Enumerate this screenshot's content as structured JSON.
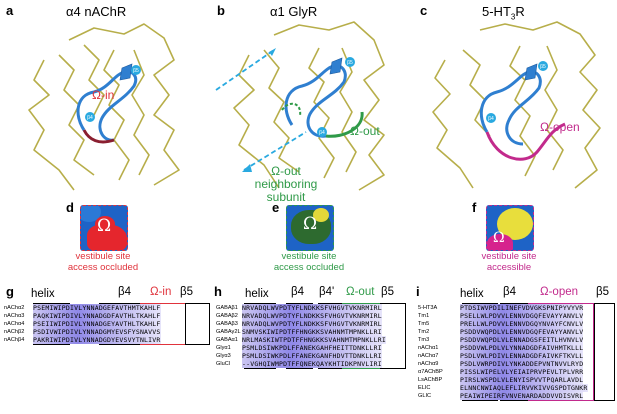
{
  "colors": {
    "helix_blue": "#2f7fd0",
    "olive": "#b7ae4a",
    "red": "#e0333c",
    "green": "#2f9a48",
    "magenta": "#c22a8c",
    "cyan": "#29a9e0",
    "align_purple": "#8f88e8"
  },
  "panels": {
    "a": {
      "letter": "a",
      "title": "α4 nAChR",
      "loop": "Ω-in",
      "marker_top": "β5",
      "marker_left": "β4"
    },
    "b": {
      "letter": "b",
      "title": "α1 GlyR",
      "loop": "Ω-out",
      "marker_top": "β5",
      "marker_left": "β4",
      "neighbor_label_1": "Ω-out",
      "neighbor_label_2": "neighboring",
      "neighbor_label_3": "subunit"
    },
    "c": {
      "letter": "c",
      "title": "5-HT",
      "title_sub": "3",
      "title_end": "R",
      "loop": "Ω-open",
      "marker_top": "β5",
      "marker_left": "β4"
    },
    "d": {
      "letter": "d",
      "symbol": "Ω",
      "caption_1": "vestibule site",
      "caption_2": "access occluded"
    },
    "e": {
      "letter": "e",
      "symbol": "Ω",
      "caption_1": "vestibule site",
      "caption_2": "access occluded"
    },
    "f": {
      "letter": "f",
      "symbol": "Ω",
      "caption_1": "vestibule site",
      "caption_2": "accessible"
    }
  },
  "alignments": {
    "g": {
      "letter": "g",
      "headers": [
        "helix",
        "β4",
        "Ω-in",
        "β5"
      ],
      "rows": [
        {
          "name": "nAChα2",
          "seq": "PSEMIWIPDIVLYNNADGEFAVTHMTKAHLF"
        },
        {
          "name": "nAChα3",
          "seq": "PAQKIWIPDIVLYNNADGDFAVTHLTKAHLF"
        },
        {
          "name": "nAChα4",
          "seq": "PSEIIWIPDIVLYNNADGEYAVTHLTKAHLF"
        },
        {
          "name": "nAChβ2",
          "seq": "PSDIVWIPDIVLYNNADGMYEVSFYSNAVVS"
        },
        {
          "name": "nAChβ4",
          "seq": "PAKRIWIPDIVLYNNADGDYEVSVYTNLIVR"
        }
      ]
    },
    "h": {
      "letter": "h",
      "headers": [
        "helix",
        "β4",
        "β4'",
        "Ω-out",
        "β5"
      ],
      "rows": [
        {
          "name": "GABAβ1",
          "seq": "NRVADQLWVPDTYFLNDKKSFVHGVTVKNRMIRL"
        },
        {
          "name": "GABAβ2",
          "seq": "NRVADQLWVPDTYFLNDKKSFVHGVTVKNRMIRL"
        },
        {
          "name": "GABAβ3",
          "seq": "NRVADQLWVPDTYFLNDKKSFVHGVTVKNRMIRL"
        },
        {
          "name": "GABAγ2L",
          "seq": "SNMVSKIWIPDTFFHNGKKSVAHNMTMPNKLLRI"
        },
        {
          "name": "GABAα1",
          "seq": "NRLMASKIWTPDTFFHNGKKSVAHNMTMPNKLLRI"
        },
        {
          "name": "Glyα1",
          "seq": "PSMLDSIWKPDLFFANEKGAHFHEITTDNKLLRI"
        },
        {
          "name": "Glyα3",
          "seq": "PSMLDSIWKPDLFFANEKGANFHDVTTDNKLLRI"
        },
        {
          "name": "GluCl",
          "seq": "--VGHQIWMPDTFFQNEKQAYKHTIDKPNVLIRI"
        }
      ]
    },
    "i": {
      "letter": "i",
      "headers": [
        "helix",
        "β4",
        "Ω-open",
        "β5"
      ],
      "rows": [
        {
          "name": "5-HT3A",
          "seq": "PTDSIWVPDILINEFVDVGKSPNIPYVYVR"
        },
        {
          "name": "Tm1",
          "seq": "PSELLWLPDVVLENNVDGQFEVAYYANVLV"
        },
        {
          "name": "Tm5",
          "seq": "PRELLWLPDVVLENNVDGQYNVAYFCNVLV"
        },
        {
          "name": "Tm2",
          "seq": "PSDDVWQPDLVLENNVDGQFEVAYYANVLV"
        },
        {
          "name": "Tm3",
          "seq": "PSDDVWQPDLVLENNADGSFEITLHVNVLV"
        },
        {
          "name": "nAChα1",
          "seq": "PSDDVWLPDLVLYNNADGDFAIVHMTKLLL"
        },
        {
          "name": "nAChα7",
          "seq": "PSDLVWLPDIVLENNADGDFAIVKFTKVLL"
        },
        {
          "name": "nAChα9",
          "seq": "PSDLVWRPDIVLYNKADDEPVNTNVVLRYD"
        },
        {
          "name": "α7AChBP",
          "seq": "PISSLWIPELVLYEIAIPRVPEVLTPLVRR"
        },
        {
          "name": "LsAChBP",
          "seq": "PIRSLWSPDLVLENYISPVVTPQARLAVDL"
        },
        {
          "name": "ELIC",
          "seq": "ELNNCNWIAQLEFLIRVVKIVVGSPDTGNKR"
        },
        {
          "name": "GLIC",
          "seq": "PEAIWIPEIRFVNVENARDADDVVDISVRL"
        }
      ]
    }
  }
}
